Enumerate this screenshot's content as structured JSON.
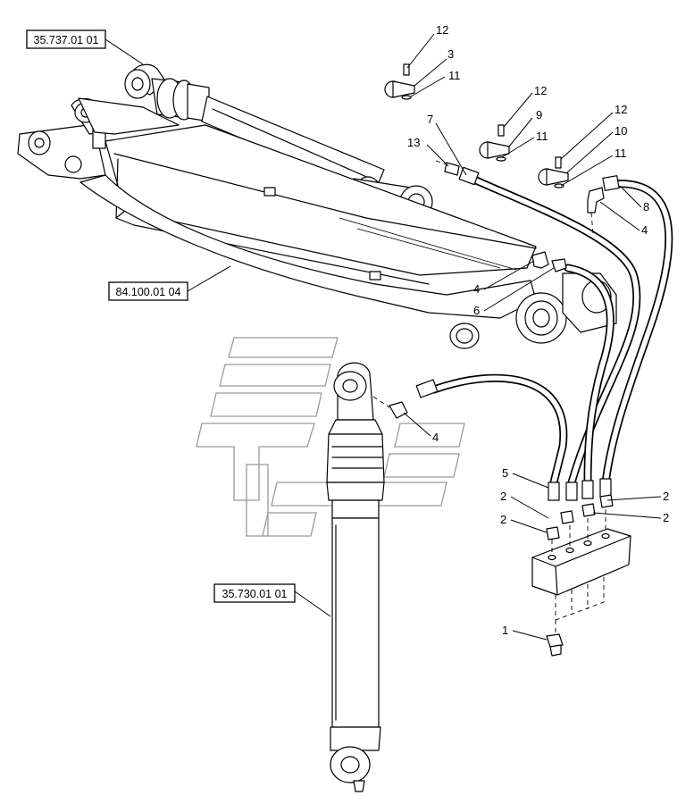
{
  "references": [
    {
      "id": "ref-cylinder-boom",
      "text": "35.737.01 01"
    },
    {
      "id": "ref-boom",
      "text": "84.100.01 04"
    },
    {
      "id": "ref-cylinder-arm",
      "text": "35.730.01 01"
    }
  ],
  "callouts": [
    {
      "id": "c12a",
      "text": "12"
    },
    {
      "id": "c3",
      "text": "3"
    },
    {
      "id": "c11a",
      "text": "11"
    },
    {
      "id": "c12b",
      "text": "12"
    },
    {
      "id": "c9",
      "text": "9"
    },
    {
      "id": "c11b",
      "text": "11"
    },
    {
      "id": "c12c",
      "text": "12"
    },
    {
      "id": "c10",
      "text": "10"
    },
    {
      "id": "c11c",
      "text": "11"
    },
    {
      "id": "c7",
      "text": "7"
    },
    {
      "id": "c13",
      "text": "13"
    },
    {
      "id": "c8",
      "text": "8"
    },
    {
      "id": "c4a",
      "text": "4"
    },
    {
      "id": "c4b",
      "text": "4"
    },
    {
      "id": "c6",
      "text": "6"
    },
    {
      "id": "c4c",
      "text": "4"
    },
    {
      "id": "c5",
      "text": "5"
    },
    {
      "id": "c2a",
      "text": "2"
    },
    {
      "id": "c2b",
      "text": "2"
    },
    {
      "id": "c2c",
      "text": "2"
    },
    {
      "id": "c2d",
      "text": "2"
    },
    {
      "id": "c1",
      "text": "1"
    }
  ]
}
